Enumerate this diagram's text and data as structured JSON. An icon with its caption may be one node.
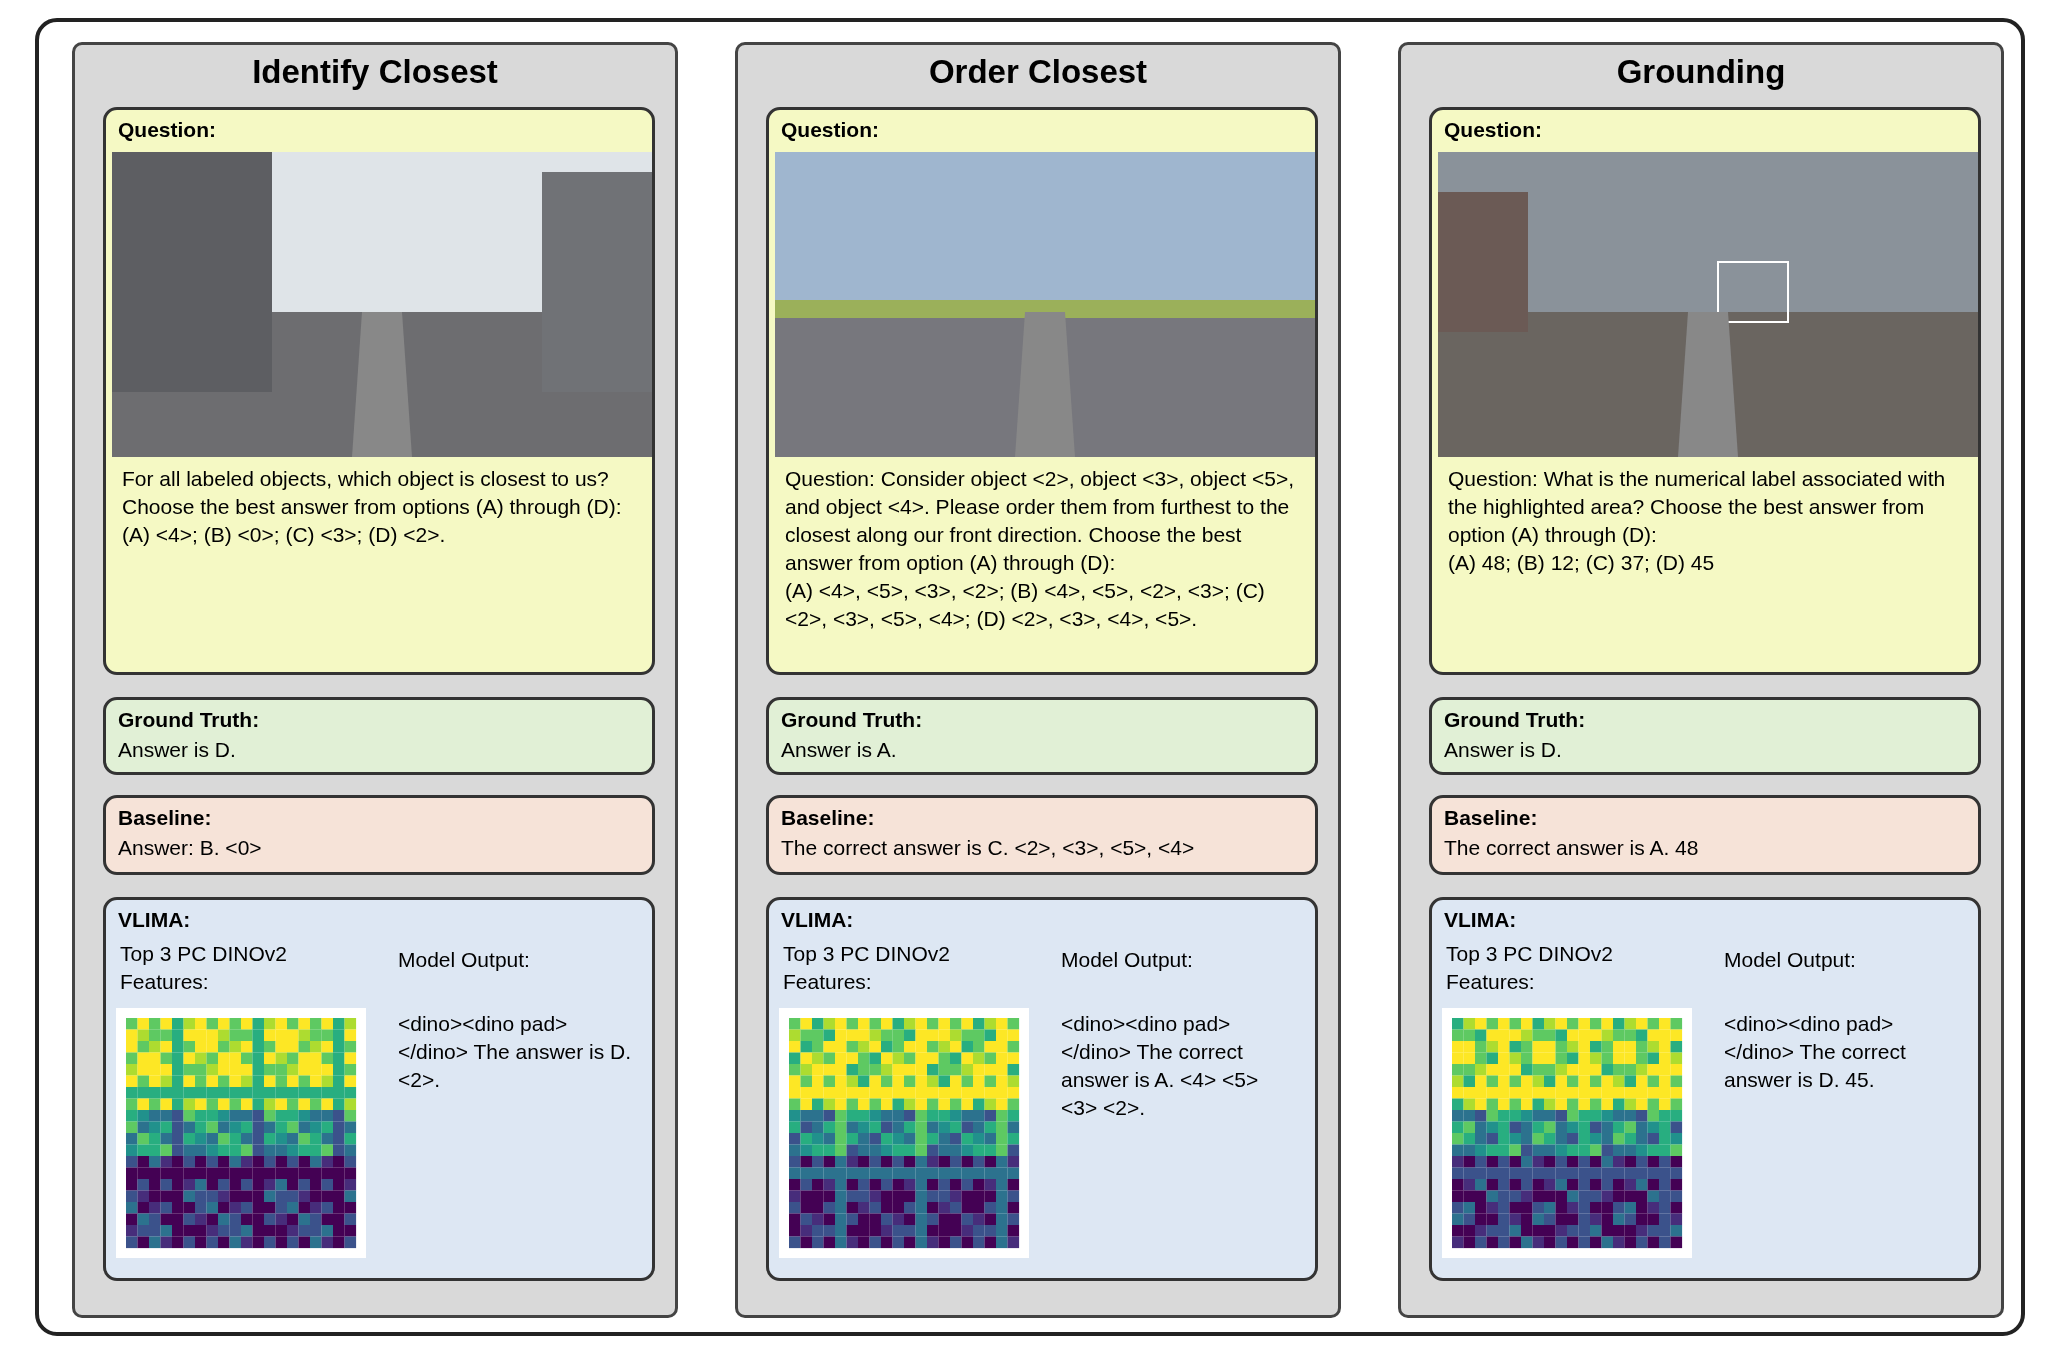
{
  "diagram": {
    "nodes": [
      {
        "text": [
          "Identify Closest"
        ]
      },
      {
        "text": [
          "Question:",
          "For all labeled objects, which object is closest to us? Choose the best answer from options (A) through (D):",
          "(A) <4>; (B) <0>; (C) <3>; (D) <2>."
        ],
        "in": 0
      },
      {
        "text": [
          "Ground Truth:",
          "Answer is D."
        ],
        "in": 0
      },
      {
        "text": [
          "Baseline:",
          "Answer: B. <0>"
        ],
        "in": 0
      },
      {
        "text": [
          "VLIMA:",
          "Top 3 PC DINOv2 Features:",
          "Model Output:",
          "<dino><dino pad></dino> The answer is D. <2>."
        ],
        "in": 0
      },
      {
        "text": [
          "Order Closest"
        ]
      },
      {
        "text": [
          "Question:",
          "Question: Consider object <2>, object <3>, object <5>, and object <4>. Please order them from furthest to the closest along our front direction. Choose the best answer from option (A) through (D):",
          "(A) <4>, <5>, <3>, <2>; (B) <4>, <5>, <2>, <3>; (C) <2>, <3>, <5>, <4>; (D) <2>, <3>, <4>, <5>."
        ],
        "in": 5
      },
      {
        "text": [
          "Ground Truth:",
          "Answer is A."
        ],
        "in": 5
      },
      {
        "text": [
          "Baseline:",
          "The correct answer is C. <2>, <3>, <5>, <4>"
        ],
        "in": 5
      },
      {
        "text": [
          "VLIMA:",
          "Top 3 PC DINOv2 Features:",
          "Model Output:",
          "<dino><dino pad></dino> The correct answer is A. <4> <5> <3> <2>."
        ],
        "in": 5
      },
      {
        "text": [
          "Grounding"
        ]
      },
      {
        "text": [
          "Question:",
          "Question: What is the numerical label associated with the highlighted area? Choose the best answer from option (A) through (D):",
          "(A) 48; (B) 12; (C) 37; (D) 45"
        ],
        "in": 10
      },
      {
        "text": [
          "Ground Truth:",
          "Answer is D."
        ],
        "in": 10
      },
      {
        "text": [
          "Baseline:",
          "The correct answer is A. 48"
        ],
        "in": 10
      },
      {
        "text": [
          "VLIMA:",
          "Top 3 PC DINOv2 Features:",
          "Model Output:",
          "<dino><dino pad></dino> The correct answer is D. 45."
        ],
        "in": 10
      }
    ]
  }
}
